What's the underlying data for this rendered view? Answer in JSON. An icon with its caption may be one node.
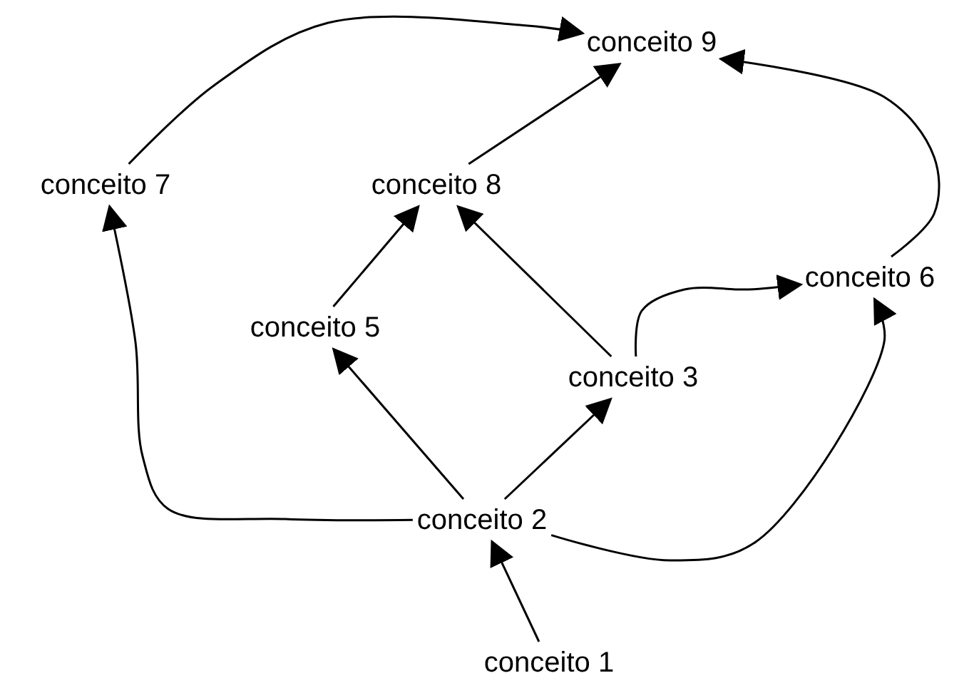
{
  "diagram": {
    "nodes": [
      {
        "text": [
          "conceito 9"
        ]
      },
      {
        "text": [
          "conceito 7"
        ]
      },
      {
        "text": [
          "conceito 8"
        ]
      },
      {
        "text": [
          "conceito 6"
        ]
      },
      {
        "text": [
          "conceito 5"
        ]
      },
      {
        "text": [
          "conceito 3"
        ]
      },
      {
        "text": [
          "conceito 2"
        ]
      },
      {
        "text": [
          "conceito 1"
        ]
      }
    ],
    "edges": [
      {
        "from": 1,
        "to": 0,
        "arrow": "to"
      },
      {
        "from": 2,
        "to": 0,
        "arrow": "to"
      },
      {
        "from": 4,
        "to": 2,
        "arrow": "to"
      },
      {
        "from": 5,
        "to": 2,
        "arrow": "to"
      },
      {
        "from": 5,
        "to": 3,
        "arrow": "to"
      },
      {
        "from": 3,
        "to": 0,
        "arrow": "to"
      },
      {
        "from": 6,
        "to": 4,
        "arrow": "to"
      },
      {
        "from": 6,
        "to": 5,
        "arrow": "to"
      },
      {
        "from": 6,
        "to": 1,
        "arrow": "to"
      },
      {
        "from": 6,
        "to": 3,
        "arrow": "to"
      },
      {
        "from": 7,
        "to": 6,
        "arrow": "to"
      }
    ]
  }
}
